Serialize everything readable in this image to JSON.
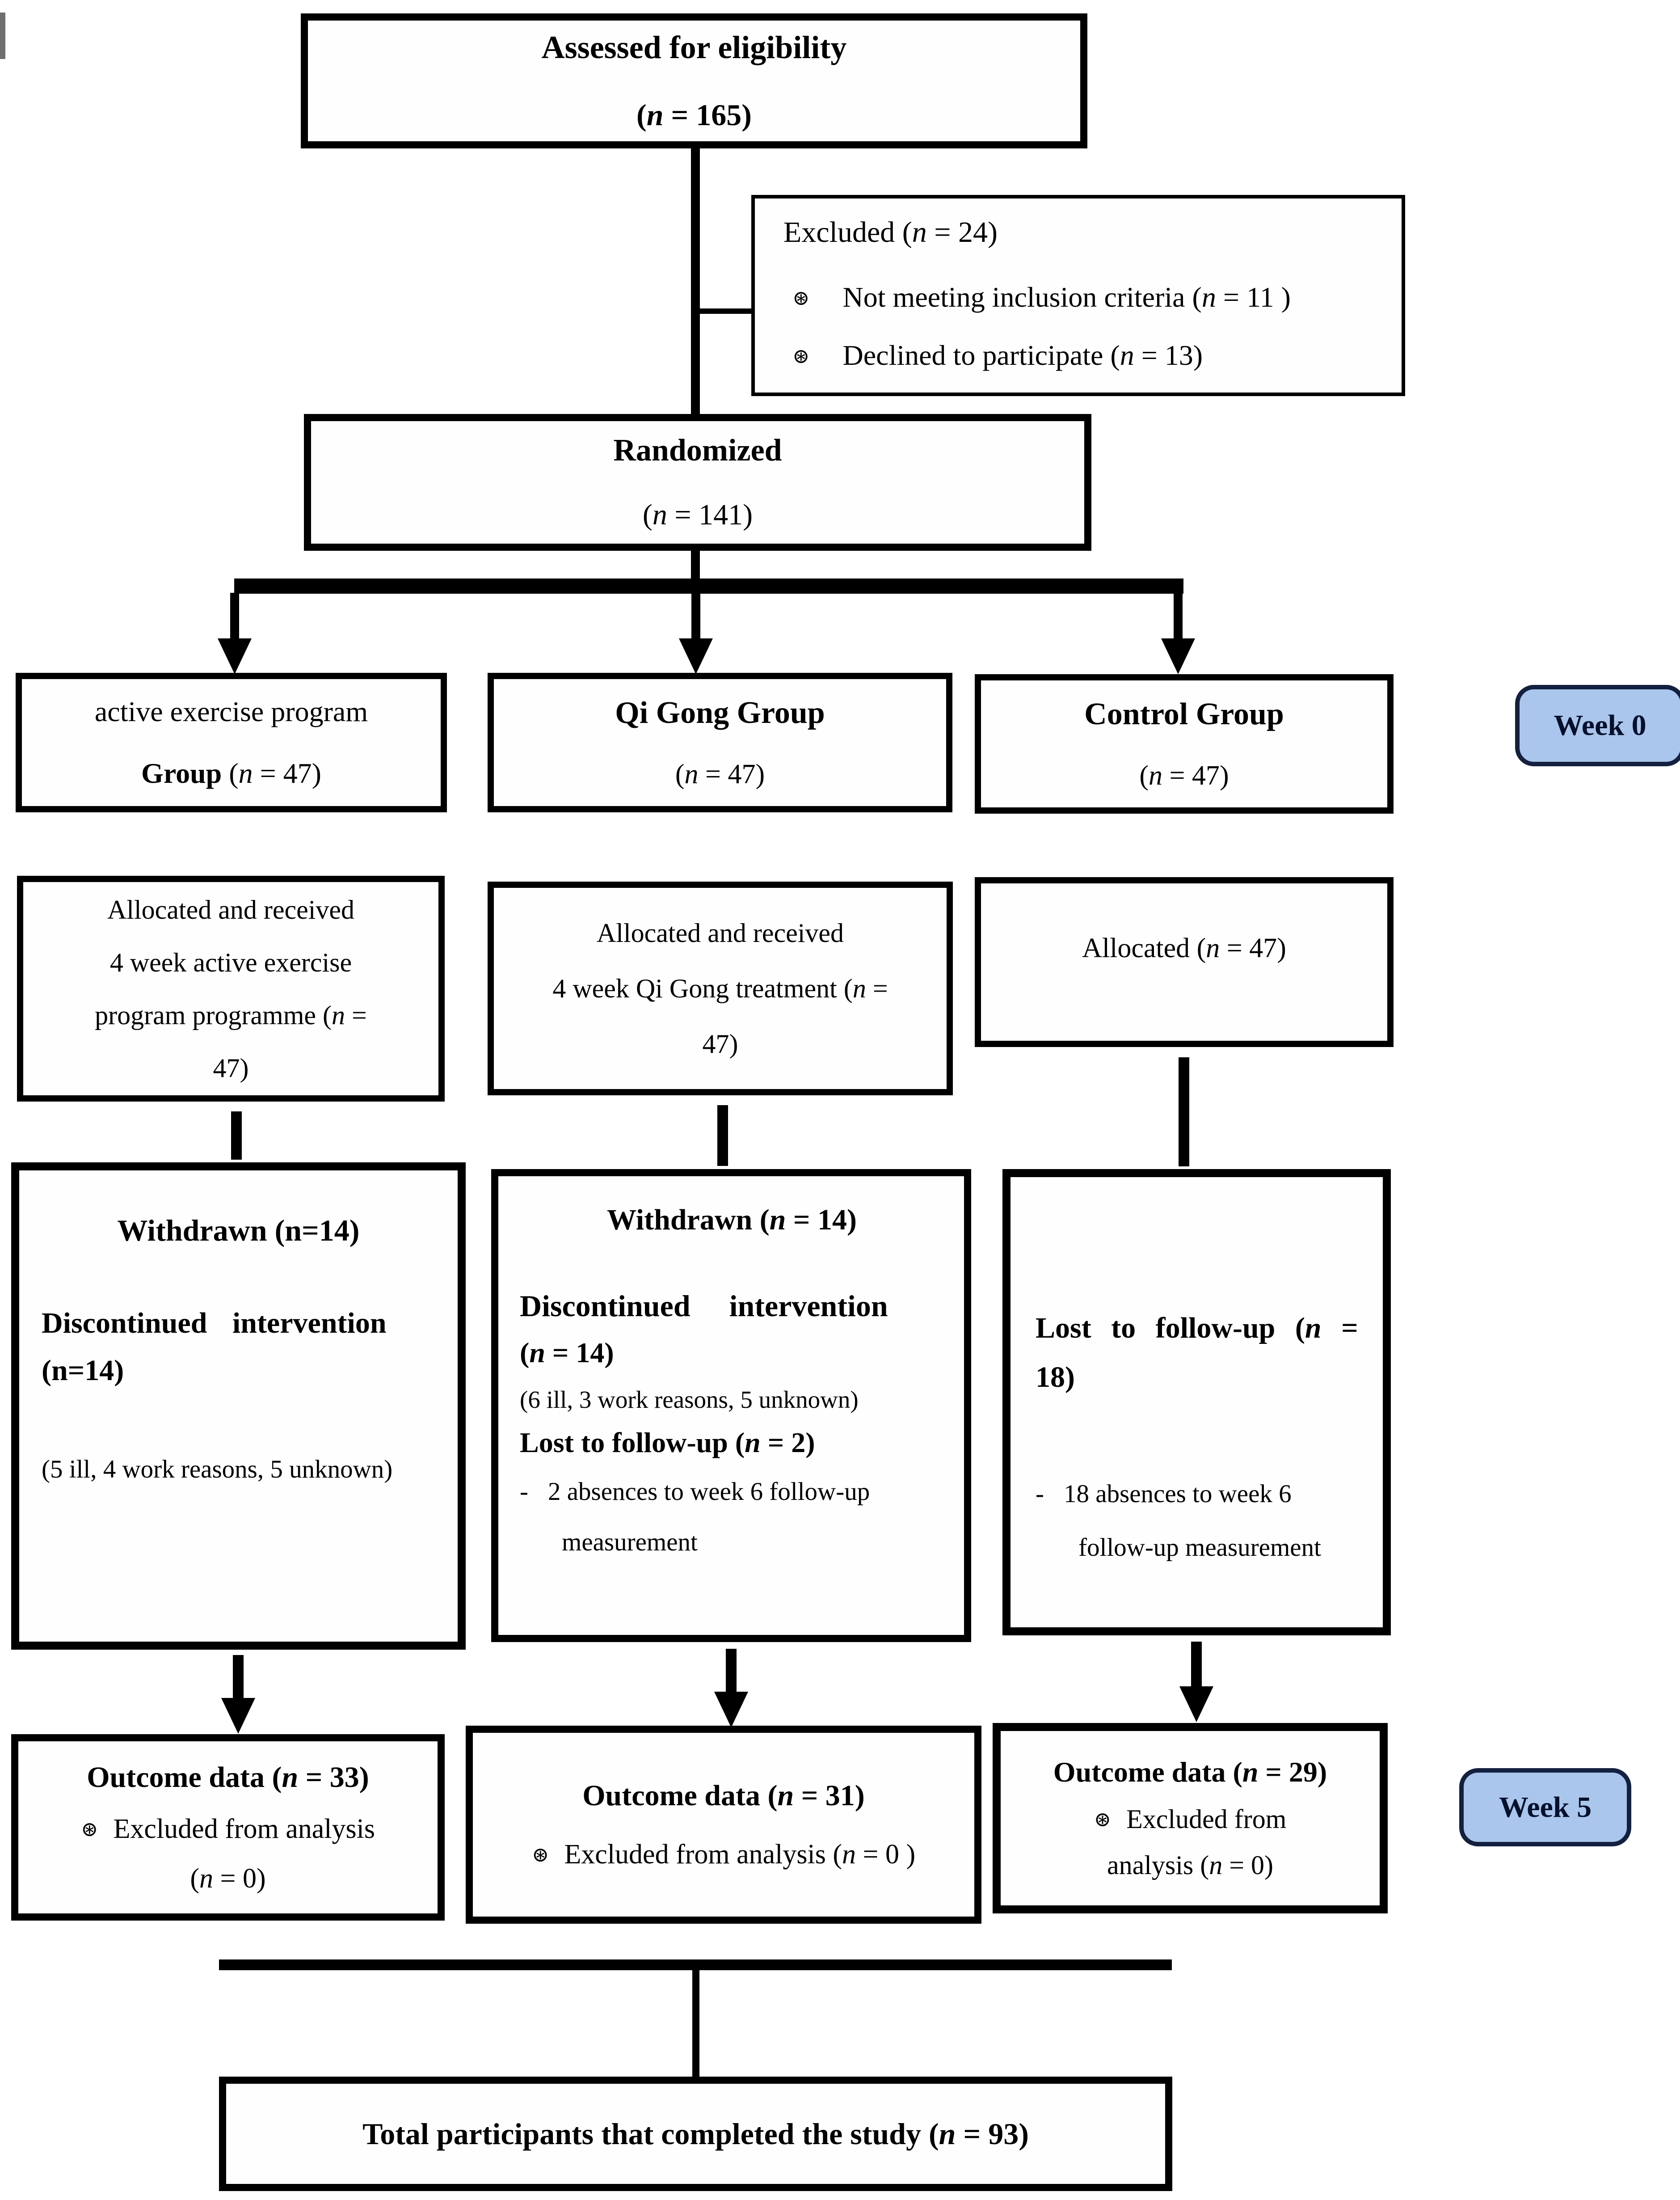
{
  "colors": {
    "box_border": "#000000",
    "badge_fill": "#abc6ec",
    "badge_border": "#13203f",
    "text": "#000000",
    "background": "#ffffff"
  },
  "badges": {
    "week0": "Week 0",
    "week5": "Week 5"
  },
  "boxes": {
    "assessed": {
      "title": "Assessed for eligibility",
      "n_line": "(n = 165)"
    },
    "excluded": {
      "title": "Excluded (n = 24)",
      "bullet": "⊛",
      "items": [
        "Not meeting inclusion criteria (n = 11 )",
        "Declined to participate (n = 13)"
      ]
    },
    "randomized": {
      "title": "Randomized",
      "n_line": "(n = 141)"
    },
    "group_active": {
      "line1": "active exercise program",
      "line2_bold": "Group",
      "line2_rest": " (n = 47)"
    },
    "group_qigong": {
      "title": "Qi Gong Group",
      "n_line": "(n = 47)"
    },
    "group_control": {
      "title": "Control Group",
      "n_line": "(n = 47)"
    },
    "alloc_active": {
      "lines": [
        "Allocated and received",
        "4 week active exercise",
        "program programme (n =",
        "47)"
      ]
    },
    "alloc_qigong": {
      "lines": [
        "Allocated and received",
        "4 week Qi Gong treatment (n =",
        "47)"
      ]
    },
    "alloc_control": {
      "line1": "Allocated (n = 47)"
    },
    "withdrawn_active": {
      "title": "Withdrawn (n=14)",
      "line2": "Discontinued intervention",
      "line3": "(n=14)",
      "note": "(5 ill, 4 work reasons, 5 unknown)"
    },
    "withdrawn_qigong": {
      "title": "Withdrawn (n = 14)",
      "line2": "Discontinued intervention",
      "line3": "(n = 14)",
      "note": "(6 ill, 3 work reasons, 5 unknown)",
      "line5": "Lost to follow-up (n = 2)",
      "dash": "-",
      "item1": "2 absences to week 6 follow-up",
      "item2": "measurement"
    },
    "withdrawn_control": {
      "line1": "Lost to follow-up (n =",
      "line2": "18)",
      "dash": "-",
      "item1": "18 absences to week 6",
      "item2": "follow-up measurement"
    },
    "outcome_active": {
      "title": "Outcome data (n = 33)",
      "bullet": "⊛",
      "line2": "Excluded from analysis",
      "line3": "(n = 0)"
    },
    "outcome_qigong": {
      "title": "Outcome data (n = 31)",
      "bullet": "⊛",
      "line2": "Excluded from analysis (n = 0 )"
    },
    "outcome_control": {
      "title": "Outcome data (n = 29)",
      "bullet": "⊛",
      "line2": "Excluded from",
      "line3": "analysis (n = 0)"
    },
    "total": {
      "title": "Total participants that completed the study (n = 93)"
    }
  }
}
